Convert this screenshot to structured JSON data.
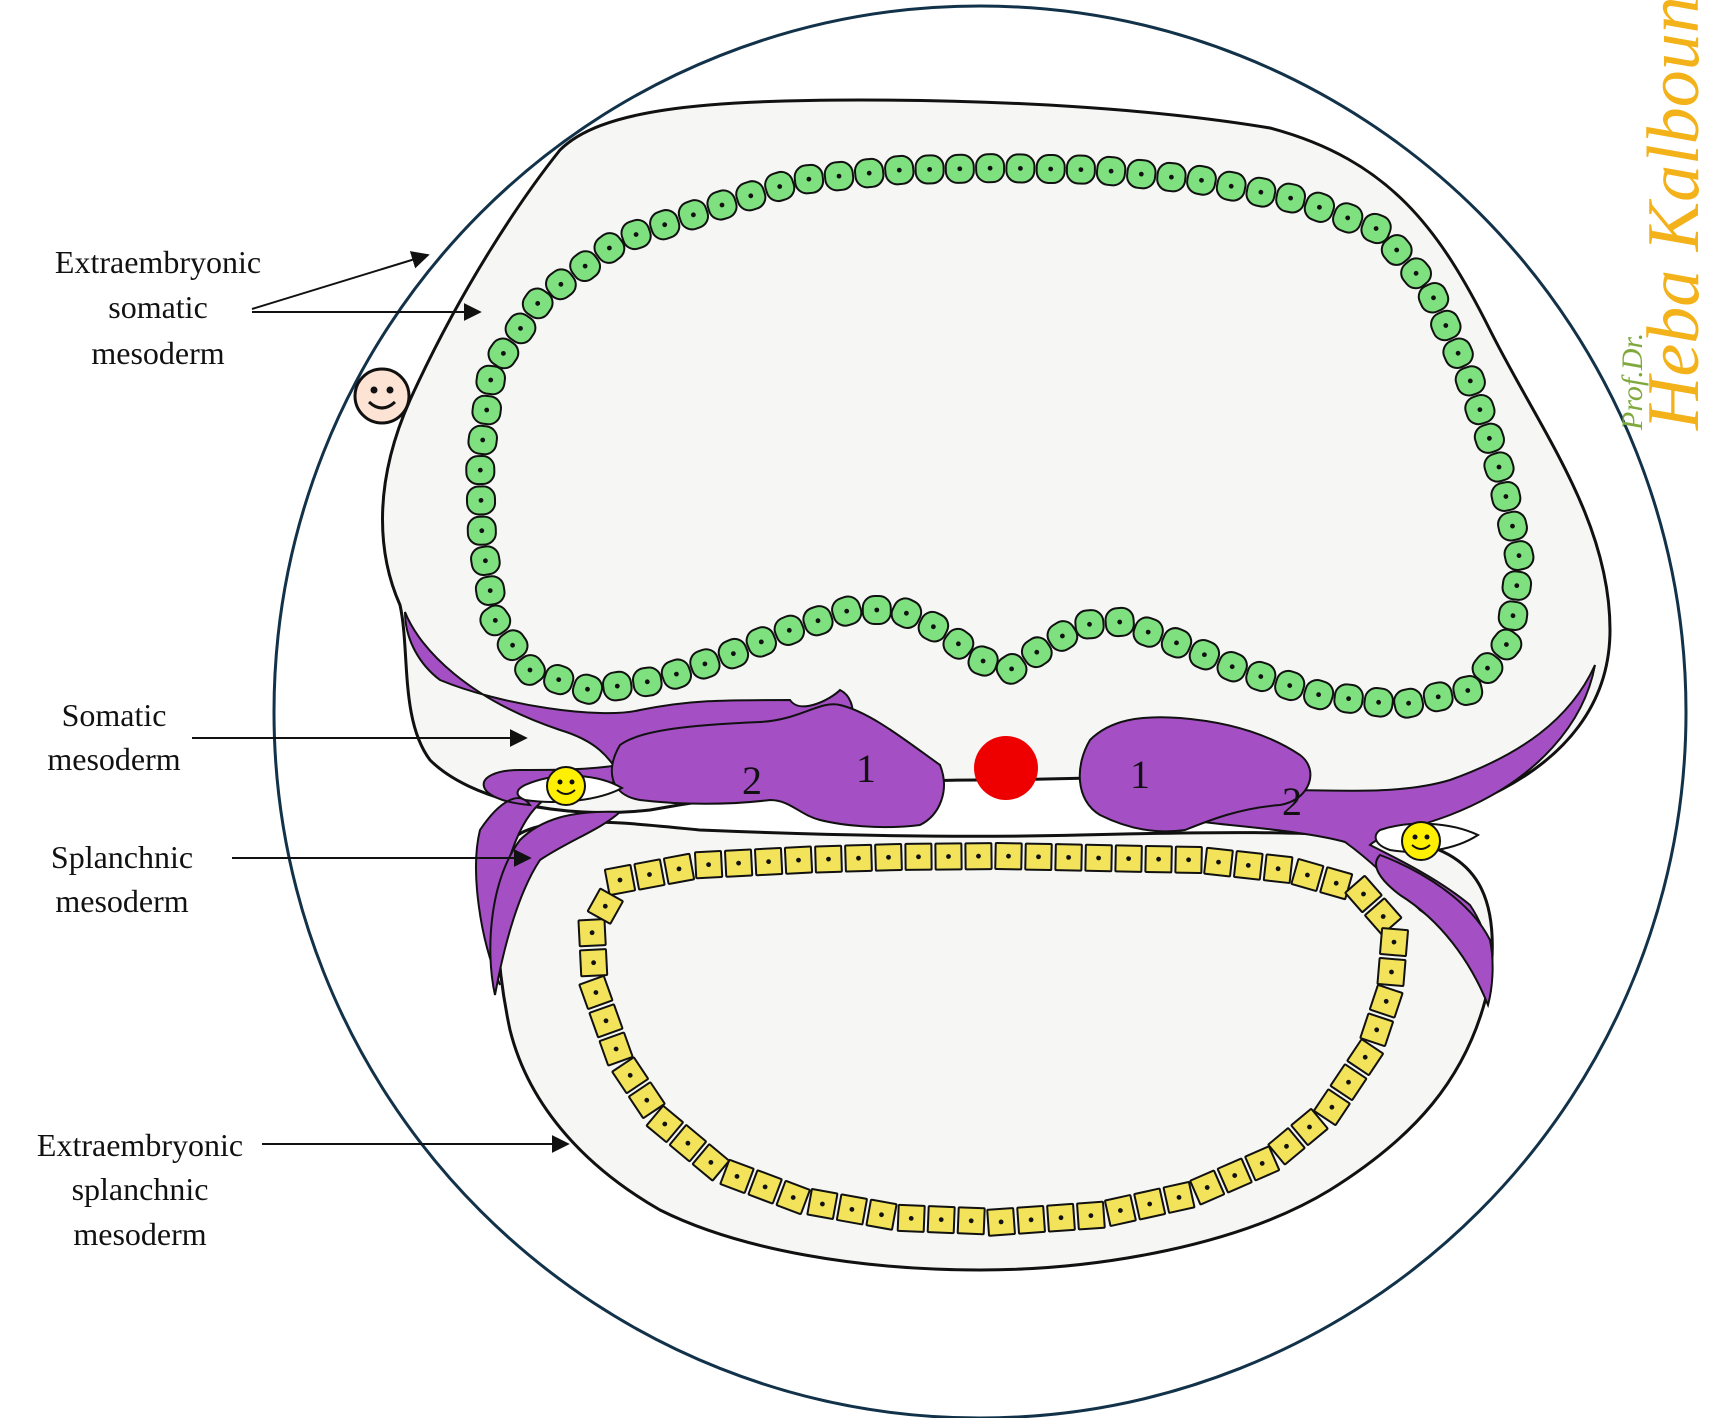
{
  "labels": {
    "extraembryonic_somatic": [
      "Extraembryonic",
      "somatic",
      "mesoderm"
    ],
    "somatic": [
      "Somatic",
      "mesoderm"
    ],
    "splanchnic": [
      "Splanchnic",
      "mesoderm"
    ],
    "extraembryonic_splanchnic": [
      "Extraembryonic",
      "splanchnic",
      "mesoderm"
    ]
  },
  "numbers": {
    "left_medial": "1",
    "left_lateral": "2",
    "right_medial": "1",
    "right_lateral": "2"
  },
  "watermark": {
    "title": "Prof.Dr.",
    "name": "Heba Kalbouneh"
  },
  "colors": {
    "amnion_ectoderm": "#7ee07e",
    "yolk_endoderm": "#f2e35a",
    "mesoderm": "#a44fc4",
    "notochord": "#ee0000",
    "outer_circle": "#12324a",
    "cavity": "#f5f5f3",
    "watermark_gold": "#f3b21a",
    "watermark_green": "#7fa93c",
    "smiley_peach": "#fde3d3",
    "smiley_yellow": "#ffef00"
  },
  "icons": [
    "smiley-face-icon",
    "smiley-face-icon",
    "smiley-face-icon"
  ]
}
